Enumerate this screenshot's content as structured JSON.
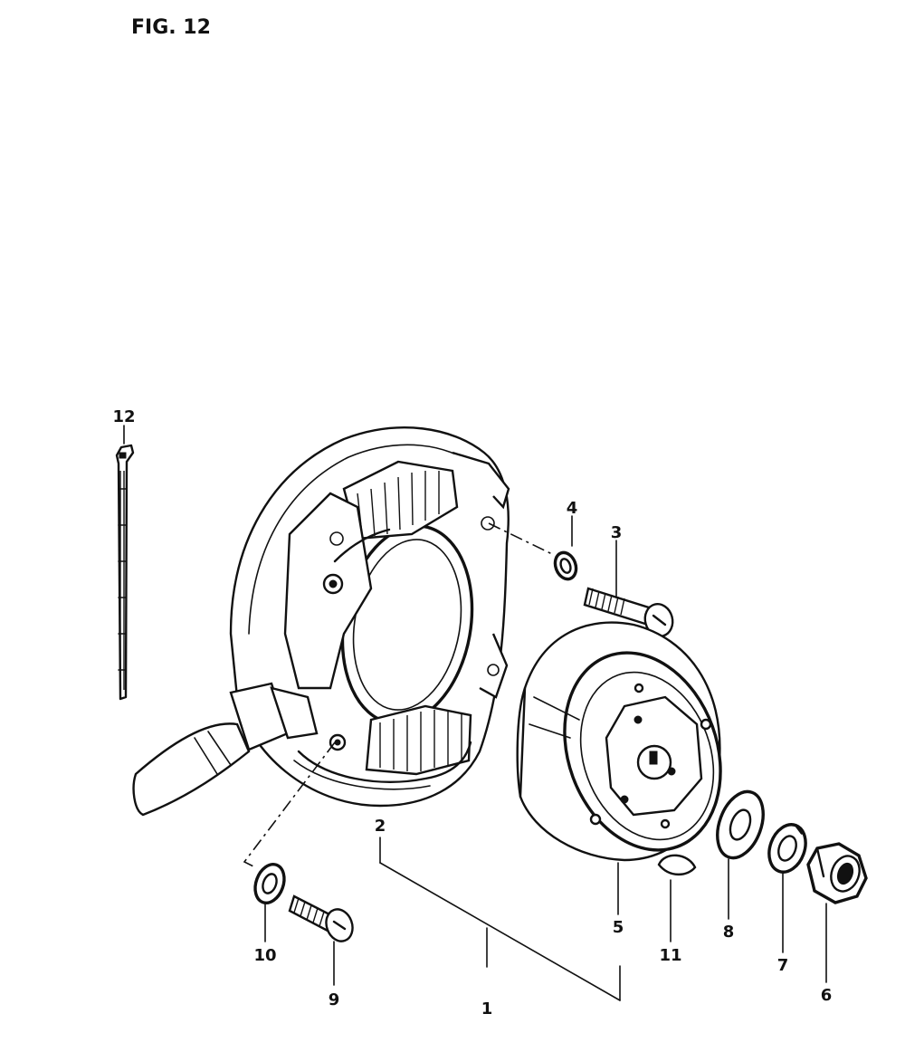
{
  "figure": {
    "title": "FIG. 12"
  },
  "callouts": {
    "c1": "1",
    "c2": "2",
    "c3": "3",
    "c4": "4",
    "c5": "5",
    "c6": "6",
    "c7": "7",
    "c8": "8",
    "c9": "9",
    "c10": "10",
    "c11": "11",
    "c12": "12"
  },
  "parts": [
    {
      "ref": "1",
      "icon": "stator-assembly-icon"
    },
    {
      "ref": "2",
      "icon": "stator-base-plate-icon"
    },
    {
      "ref": "3",
      "icon": "screw-icon"
    },
    {
      "ref": "4",
      "icon": "lock-washer-icon"
    },
    {
      "ref": "5",
      "icon": "rotor-flywheel-icon"
    },
    {
      "ref": "6",
      "icon": "hex-nut-icon"
    },
    {
      "ref": "7",
      "icon": "spring-washer-icon"
    },
    {
      "ref": "8",
      "icon": "flat-washer-icon"
    },
    {
      "ref": "9",
      "icon": "screw-icon"
    },
    {
      "ref": "10",
      "icon": "washer-icon"
    },
    {
      "ref": "11",
      "icon": "woodruff-key-icon"
    },
    {
      "ref": "12",
      "icon": "cable-tie-icon"
    }
  ]
}
